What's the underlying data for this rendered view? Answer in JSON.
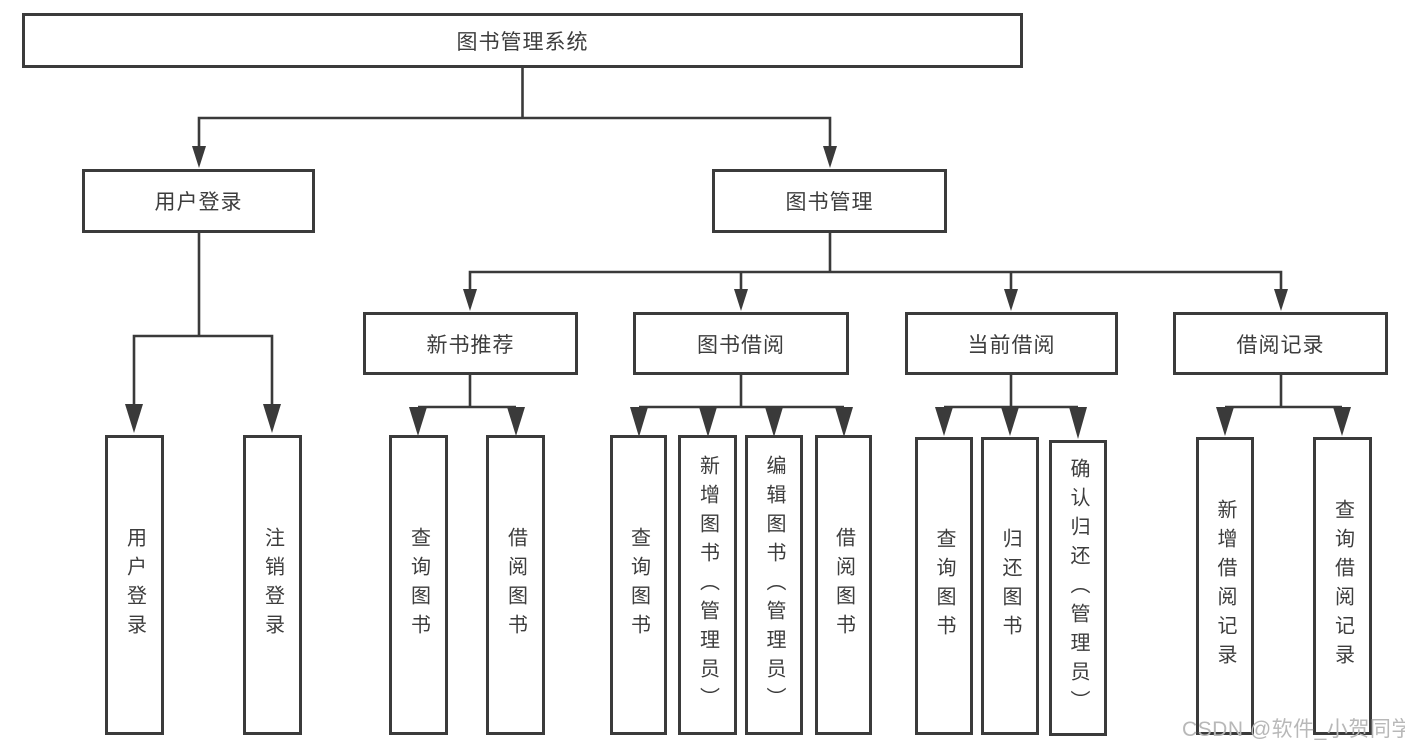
{
  "tree": {
    "root": {
      "label": "图书管理系统"
    },
    "branches": [
      {
        "label": "用户登录",
        "children": [
          {
            "label": "用户登录"
          },
          {
            "label": "注销登录"
          }
        ]
      },
      {
        "label": "图书管理",
        "children": [
          {
            "label": "新书推荐",
            "children": [
              {
                "label": "查询图书"
              },
              {
                "label": "借阅图书"
              }
            ]
          },
          {
            "label": "图书借阅",
            "children": [
              {
                "label": "查询图书"
              },
              {
                "label": "新增图书（管理员）"
              },
              {
                "label": "编辑图书（管理员）"
              },
              {
                "label": "借阅图书"
              }
            ]
          },
          {
            "label": "当前借阅",
            "children": [
              {
                "label": "查询图书"
              },
              {
                "label": "归还图书"
              },
              {
                "label": "确认归还（管理员）"
              }
            ]
          },
          {
            "label": "借阅记录",
            "children": [
              {
                "label": "新增借阅记录"
              },
              {
                "label": "查询借阅记录"
              }
            ]
          }
        ]
      }
    ]
  },
  "watermark": {
    "text": "CSDN @软件_小贺同学",
    "color": "#b8b8b8"
  },
  "colors": {
    "line": "#3a3a3a",
    "box_border": "#3b3b3b",
    "text": "#3d3d3d",
    "background": "#ffffff"
  }
}
